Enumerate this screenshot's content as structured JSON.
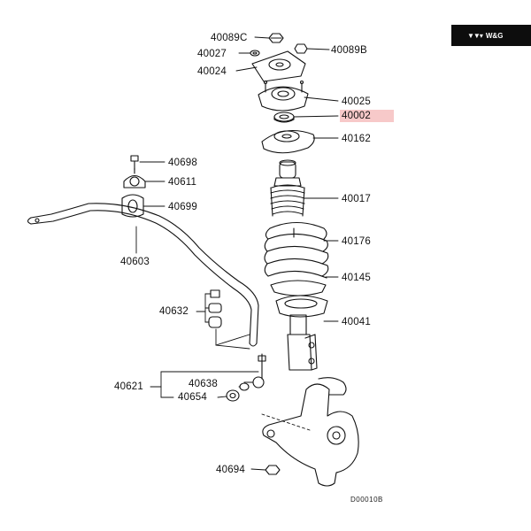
{
  "logo": {
    "text": "W&G",
    "mark": "wing-icon"
  },
  "drawing_code": "D00010B",
  "highlight_color": "#f7c9c9",
  "parts": [
    {
      "id": "p1",
      "label": "40089C"
    },
    {
      "id": "p2",
      "label": "40027"
    },
    {
      "id": "p3",
      "label": "40024"
    },
    {
      "id": "p4",
      "label": "40089B"
    },
    {
      "id": "p5",
      "label": "40025"
    },
    {
      "id": "p6",
      "label": "40002",
      "highlighted": true
    },
    {
      "id": "p7",
      "label": "40162"
    },
    {
      "id": "p8",
      "label": "40698"
    },
    {
      "id": "p9",
      "label": "40611"
    },
    {
      "id": "p10",
      "label": "40699"
    },
    {
      "id": "p11",
      "label": "40017"
    },
    {
      "id": "p12",
      "label": "40603"
    },
    {
      "id": "p13",
      "label": "40176"
    },
    {
      "id": "p14",
      "label": "40145"
    },
    {
      "id": "p15",
      "label": "40632"
    },
    {
      "id": "p16",
      "label": "40041"
    },
    {
      "id": "p17",
      "label": "40638"
    },
    {
      "id": "p18",
      "label": "40621"
    },
    {
      "id": "p19",
      "label": "40654"
    },
    {
      "id": "p20",
      "label": "40694"
    }
  ]
}
